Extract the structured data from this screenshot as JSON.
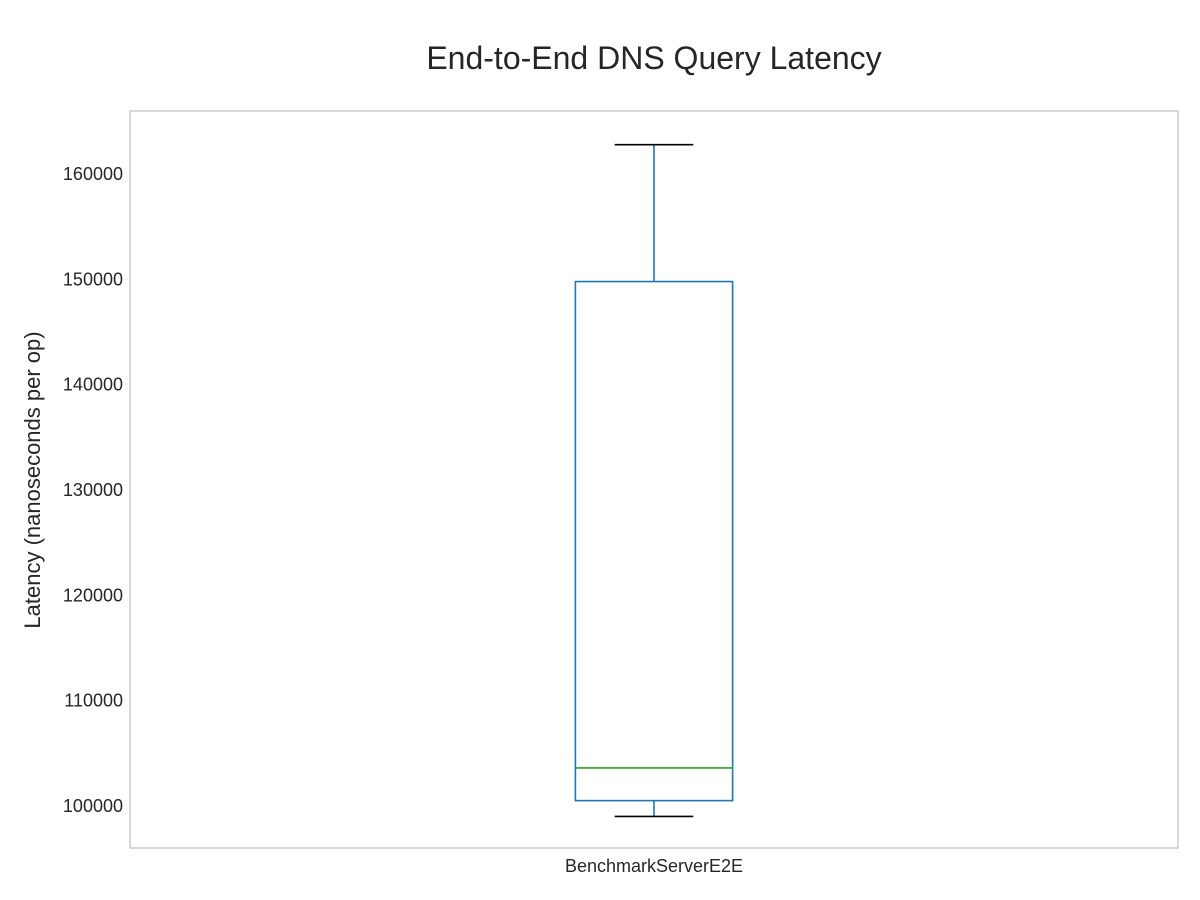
{
  "chart_data": {
    "type": "box",
    "title": "End-to-End DNS Query Latency",
    "xlabel": "",
    "ylabel": "Latency (nanoseconds per op)",
    "categories": [
      "BenchmarkServerE2E"
    ],
    "boxes": [
      {
        "category": "BenchmarkServerE2E",
        "whisker_low": 99000,
        "q1": 100500,
        "median": 103600,
        "q3": 149800,
        "whisker_high": 162800
      }
    ],
    "ylim": [
      96000,
      166000
    ],
    "yticks": [
      100000,
      110000,
      120000,
      130000,
      140000,
      150000,
      160000
    ],
    "grid": false,
    "colors": {
      "box": "#1f77b4",
      "median": "#2ca02c",
      "cap": "#000000",
      "frame": "#cccccc",
      "text": "#262626"
    }
  }
}
